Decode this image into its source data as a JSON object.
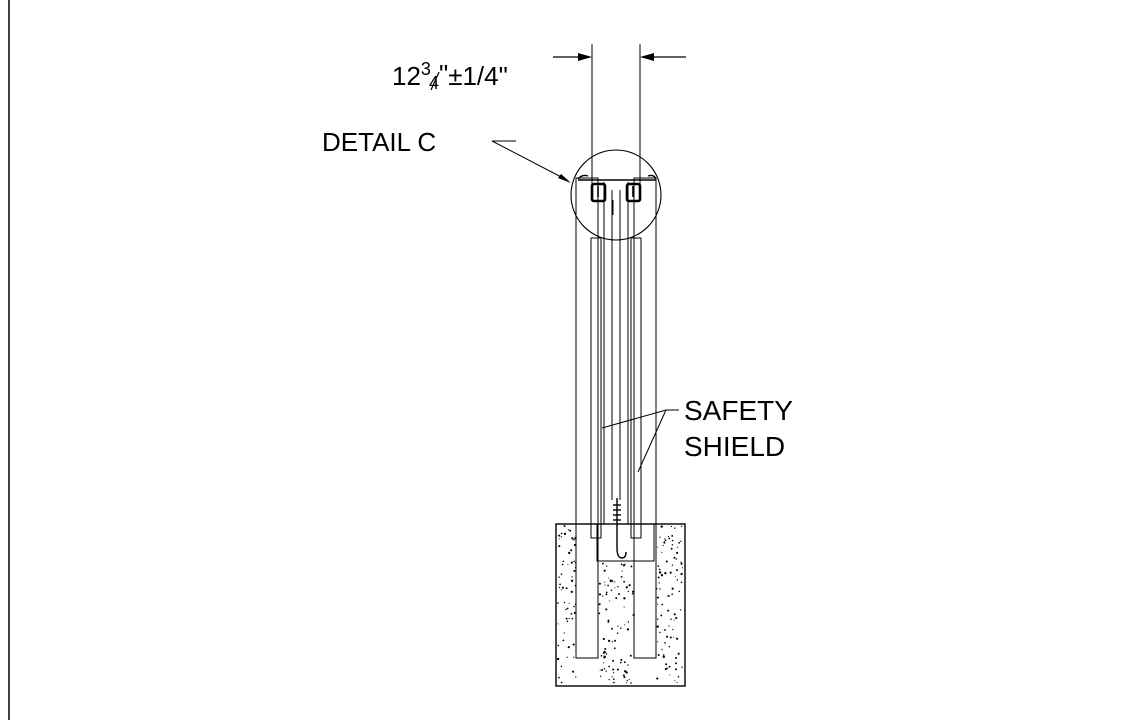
{
  "dimension": {
    "whole": "12",
    "frac_num": "3",
    "frac_den": "4",
    "inch_mark": "\"",
    "tolerance": "±1/4\""
  },
  "labels": {
    "detail": "DETAIL C",
    "shield_line1": "SAFETY",
    "shield_line2": "SHIELD"
  },
  "colors": {
    "line": "#000000",
    "background": "#ffffff"
  }
}
